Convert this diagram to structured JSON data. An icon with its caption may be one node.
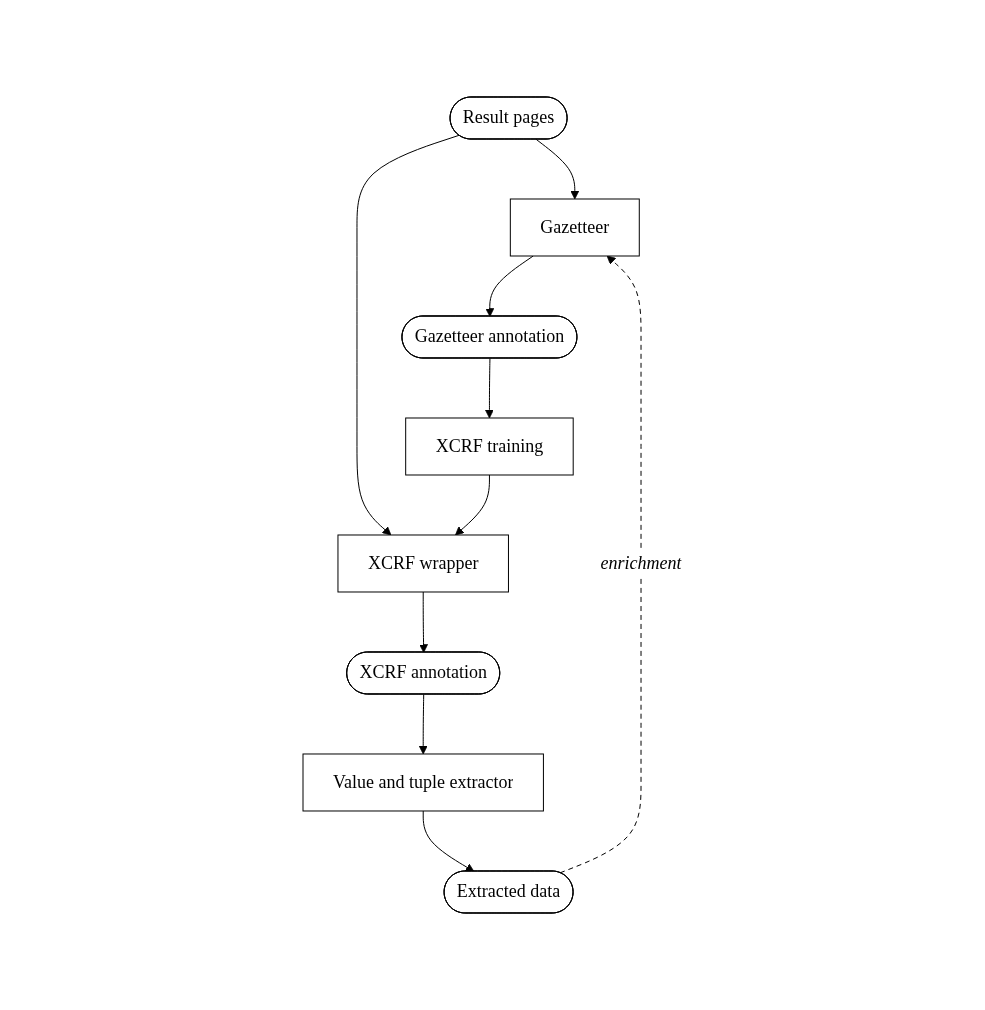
{
  "diagram": {
    "nodes": [
      {
        "text": [
          "Result pages"
        ]
      },
      {
        "text": [
          "Gazetteer"
        ]
      },
      {
        "text": [
          "XCRF wrapper"
        ]
      },
      {
        "text": [
          "Gazetteer annotation"
        ]
      },
      {
        "text": [
          "XCRF annotation"
        ]
      },
      {
        "text": [
          "XCRF training"
        ]
      },
      {
        "text": [
          "Value and tuple extractor"
        ]
      },
      {
        "text": [
          "Extracted data"
        ]
      }
    ],
    "edges": [
      {
        "from": 0,
        "to": 1,
        "arrow": "to"
      },
      {
        "from": 0,
        "to": 2,
        "arrow": "to"
      },
      {
        "from": 1,
        "to": 3,
        "arrow": "to"
      },
      {
        "from": 3,
        "to": 5,
        "arrow": "to"
      },
      {
        "from": 5,
        "to": 2,
        "arrow": "to"
      },
      {
        "from": 2,
        "to": 4,
        "arrow": "to"
      },
      {
        "from": 4,
        "to": 6,
        "arrow": "to"
      },
      {
        "from": 6,
        "to": 7,
        "arrow": "to"
      },
      {
        "from": 7,
        "to": 1,
        "arrow": "to",
        "label": "enrichment",
        "style": "dashed"
      }
    ]
  }
}
